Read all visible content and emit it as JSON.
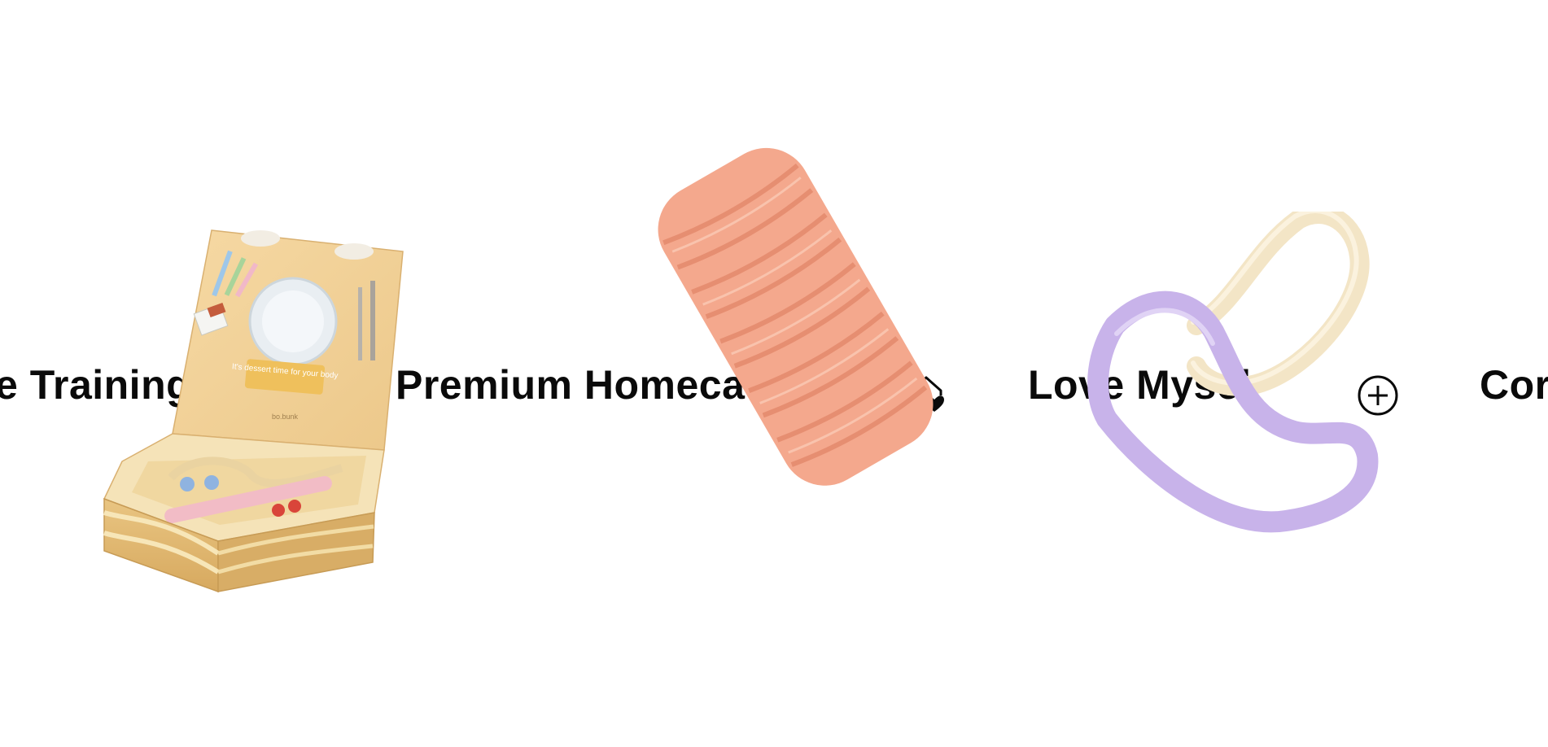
{
  "marquee": {
    "items": [
      {
        "label": "e Training"
      },
      {
        "label": "Premium Homeca",
        "icon": "home-heart-icon"
      },
      {
        "label": "Love Mysel",
        "icon": "plus-circle-icon"
      },
      {
        "label": "Cor"
      }
    ]
  },
  "products": [
    {
      "name": "dessert-kit-box",
      "box_text": "It's dessert time for your body",
      "brand": "bo.bunk"
    },
    {
      "name": "foam-roller",
      "color": "#f4a88d"
    },
    {
      "name": "yoga-rings",
      "colors": [
        "#f3e5c6",
        "#c8b3ea"
      ]
    }
  ]
}
